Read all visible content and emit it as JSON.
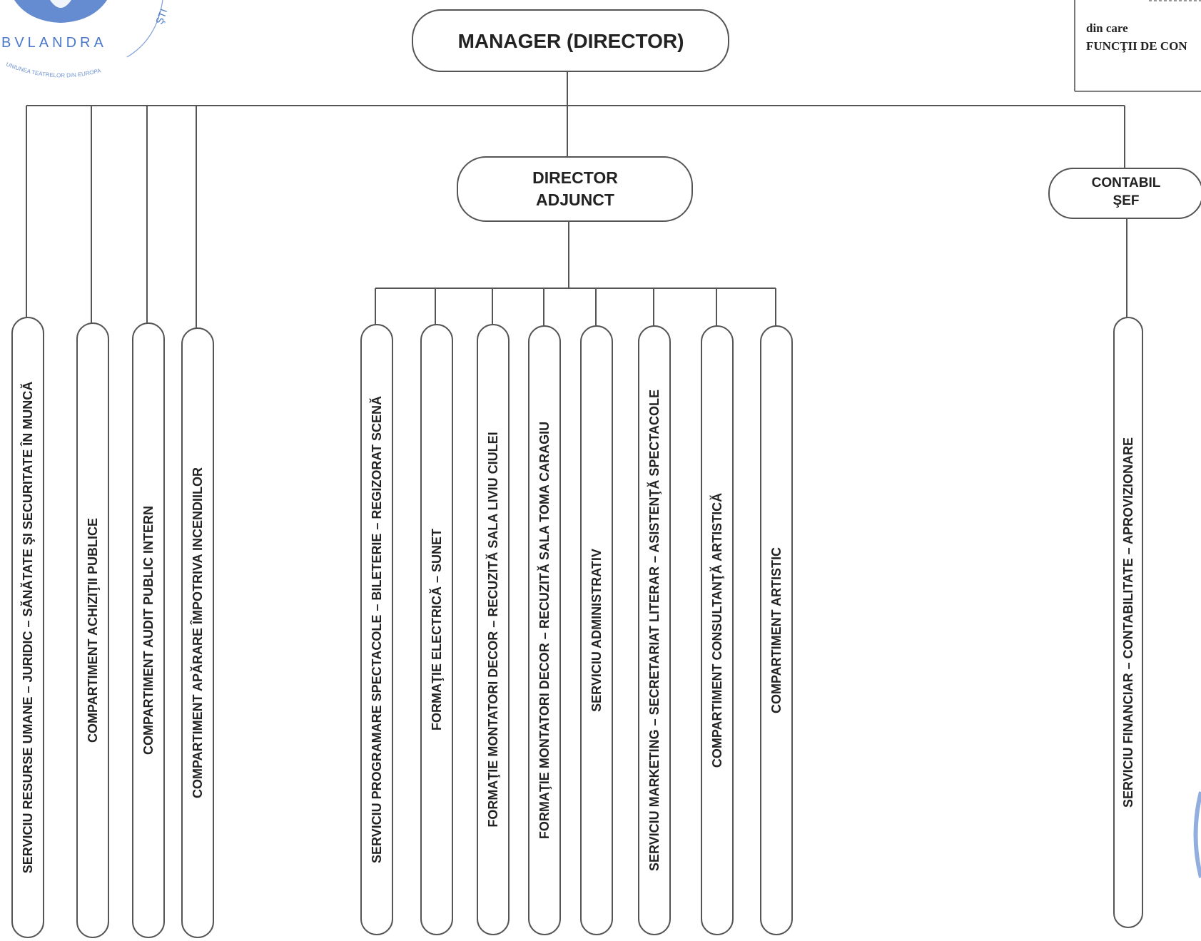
{
  "stamp": {
    "brand": "BVLANDRA",
    "arc_text": "UNIUNEA TEATRELOR DIN EUROPA",
    "corner": "ŞTI"
  },
  "note_box": {
    "line1": "din care",
    "line2": "FUNCŢII DE CON"
  },
  "manager": {
    "label": "MANAGER (DIRECTOR)"
  },
  "deputy": {
    "line1": "DIRECTOR",
    "line2": "ADJUNCT"
  },
  "chief_accountant": {
    "line1": "CONTABIL",
    "line2": "ŞEF"
  },
  "manager_units": [
    "SERVICIU RESURSE UMANE – JURIDIC – SĂNĂTATE ŞI SECURITATE ÎN MUNCĂ",
    "COMPARTIMENT ACHIZIŢII PUBLICE",
    "COMPARTIMENT AUDIT PUBLIC INTERN",
    "COMPARTIMENT APĂRARE ÎMPOTRIVA INCENDIILOR"
  ],
  "deputy_units": [
    "SERVICIU PROGRAMARE SPECTACOLE – BILETERIE – REGIZORAT SCENĂ",
    "FORMAŢIE ELECTRICĂ – SUNET",
    "FORMAŢIE MONTATORI DECOR – RECUZITĂ SALA LIVIU CIULEI",
    "FORMAŢIE MONTATORI DECOR – RECUZITĂ SALA TOMA CARAGIU",
    "SERVICIU ADMINISTRATIV",
    "SERVICIU MARKETING – SECRETARIAT LITERAR – ASISTENŢĂ SPECTACOLE",
    "COMPARTIMENT CONSULTANŢĂ ARTISTICĂ",
    "COMPARTIMENT ARTISTIC"
  ],
  "accountant_units": [
    "SERVICIU FINANCIAR – CONTABILITATE – APROVIZIONARE"
  ],
  "colors": {
    "line": "#555555",
    "text": "#222222",
    "stamp": "#4a78c8"
  }
}
